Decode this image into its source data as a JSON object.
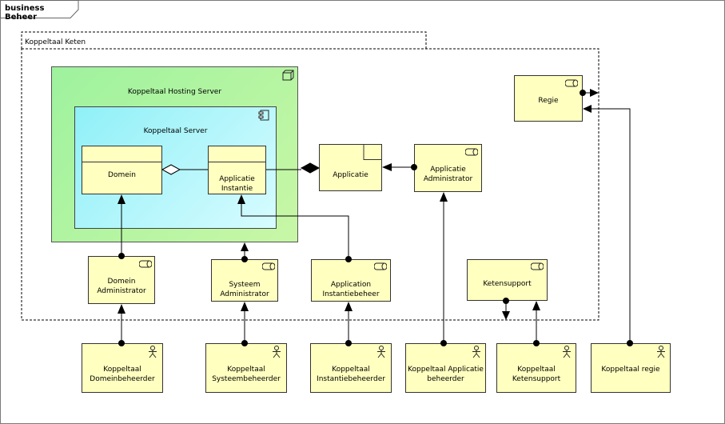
{
  "diagram": {
    "title": "business Beheer",
    "boundary_label": "Koppeltaal Keten",
    "hosting_server": "Koppeltaal Hosting Server",
    "koppeltaal_server": "Koppeltaal Server",
    "domein": "Domein",
    "applicatie_instantie_l1": "Applicatie",
    "applicatie_instantie_l2": "Instantie",
    "applicatie": "Applicatie",
    "regie": "Regie",
    "applicatie_admin_l1": "Applicatie",
    "applicatie_admin_l2": "Administrator",
    "domein_admin_l1": "Domein",
    "domein_admin_l2": "Administrator",
    "systeem_admin_l1": "Systeem",
    "systeem_admin_l2": "Administrator",
    "app_instantiebeheer_l1": "Application",
    "app_instantiebeheer_l2": "Instantiebeheer",
    "ketensupport": "Ketensupport",
    "actors": [
      {
        "l1": "Koppeltaal",
        "l2": "Domeinbeheerder"
      },
      {
        "l1": "Koppeltaal",
        "l2": "Systeembeheerder"
      },
      {
        "l1": "Koppeltaal",
        "l2": "Instantiebeheerder"
      },
      {
        "l1": "Koppeltaal Applicatie",
        "l2": "beheerder"
      },
      {
        "l1": "Koppeltaal",
        "l2": "Ketensupport"
      },
      {
        "l1": "Koppeltaal regie",
        "l2": ""
      }
    ]
  }
}
